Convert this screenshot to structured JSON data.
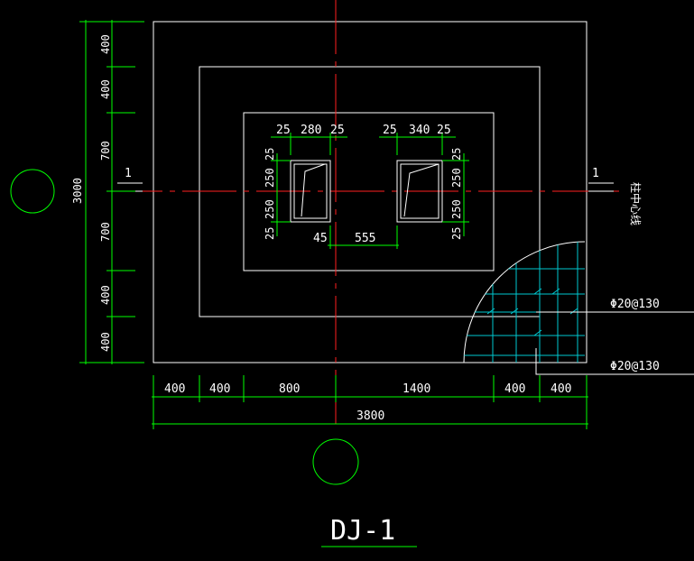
{
  "drawing_title": "DJ-1",
  "section_marks": {
    "left": "1",
    "right": "1"
  },
  "axis_note": "柱中心线",
  "rebar": {
    "upper": "Φ20@130",
    "lower": "Φ20@130"
  },
  "left_dims": [
    "400",
    "400",
    "700",
    "700",
    "400",
    "400"
  ],
  "left_total": "3000",
  "bottom_dims": [
    "400",
    "400",
    "800",
    "1400",
    "400",
    "400"
  ],
  "bottom_total": "3800",
  "column_left_top": [
    "25",
    "280",
    "25"
  ],
  "column_right_top": [
    "25",
    "340",
    "25"
  ],
  "column_left_side": [
    "25",
    "250",
    "250",
    "25"
  ],
  "column_right_side": [
    "25",
    "250",
    "250",
    "25"
  ],
  "column_gap": [
    "45",
    "555"
  ],
  "colors": {
    "background": "#000000",
    "outline": "#ffffff",
    "dimension": "#00ff00",
    "axis": "#ff2020",
    "rebar_mesh": "#00c8d0"
  }
}
